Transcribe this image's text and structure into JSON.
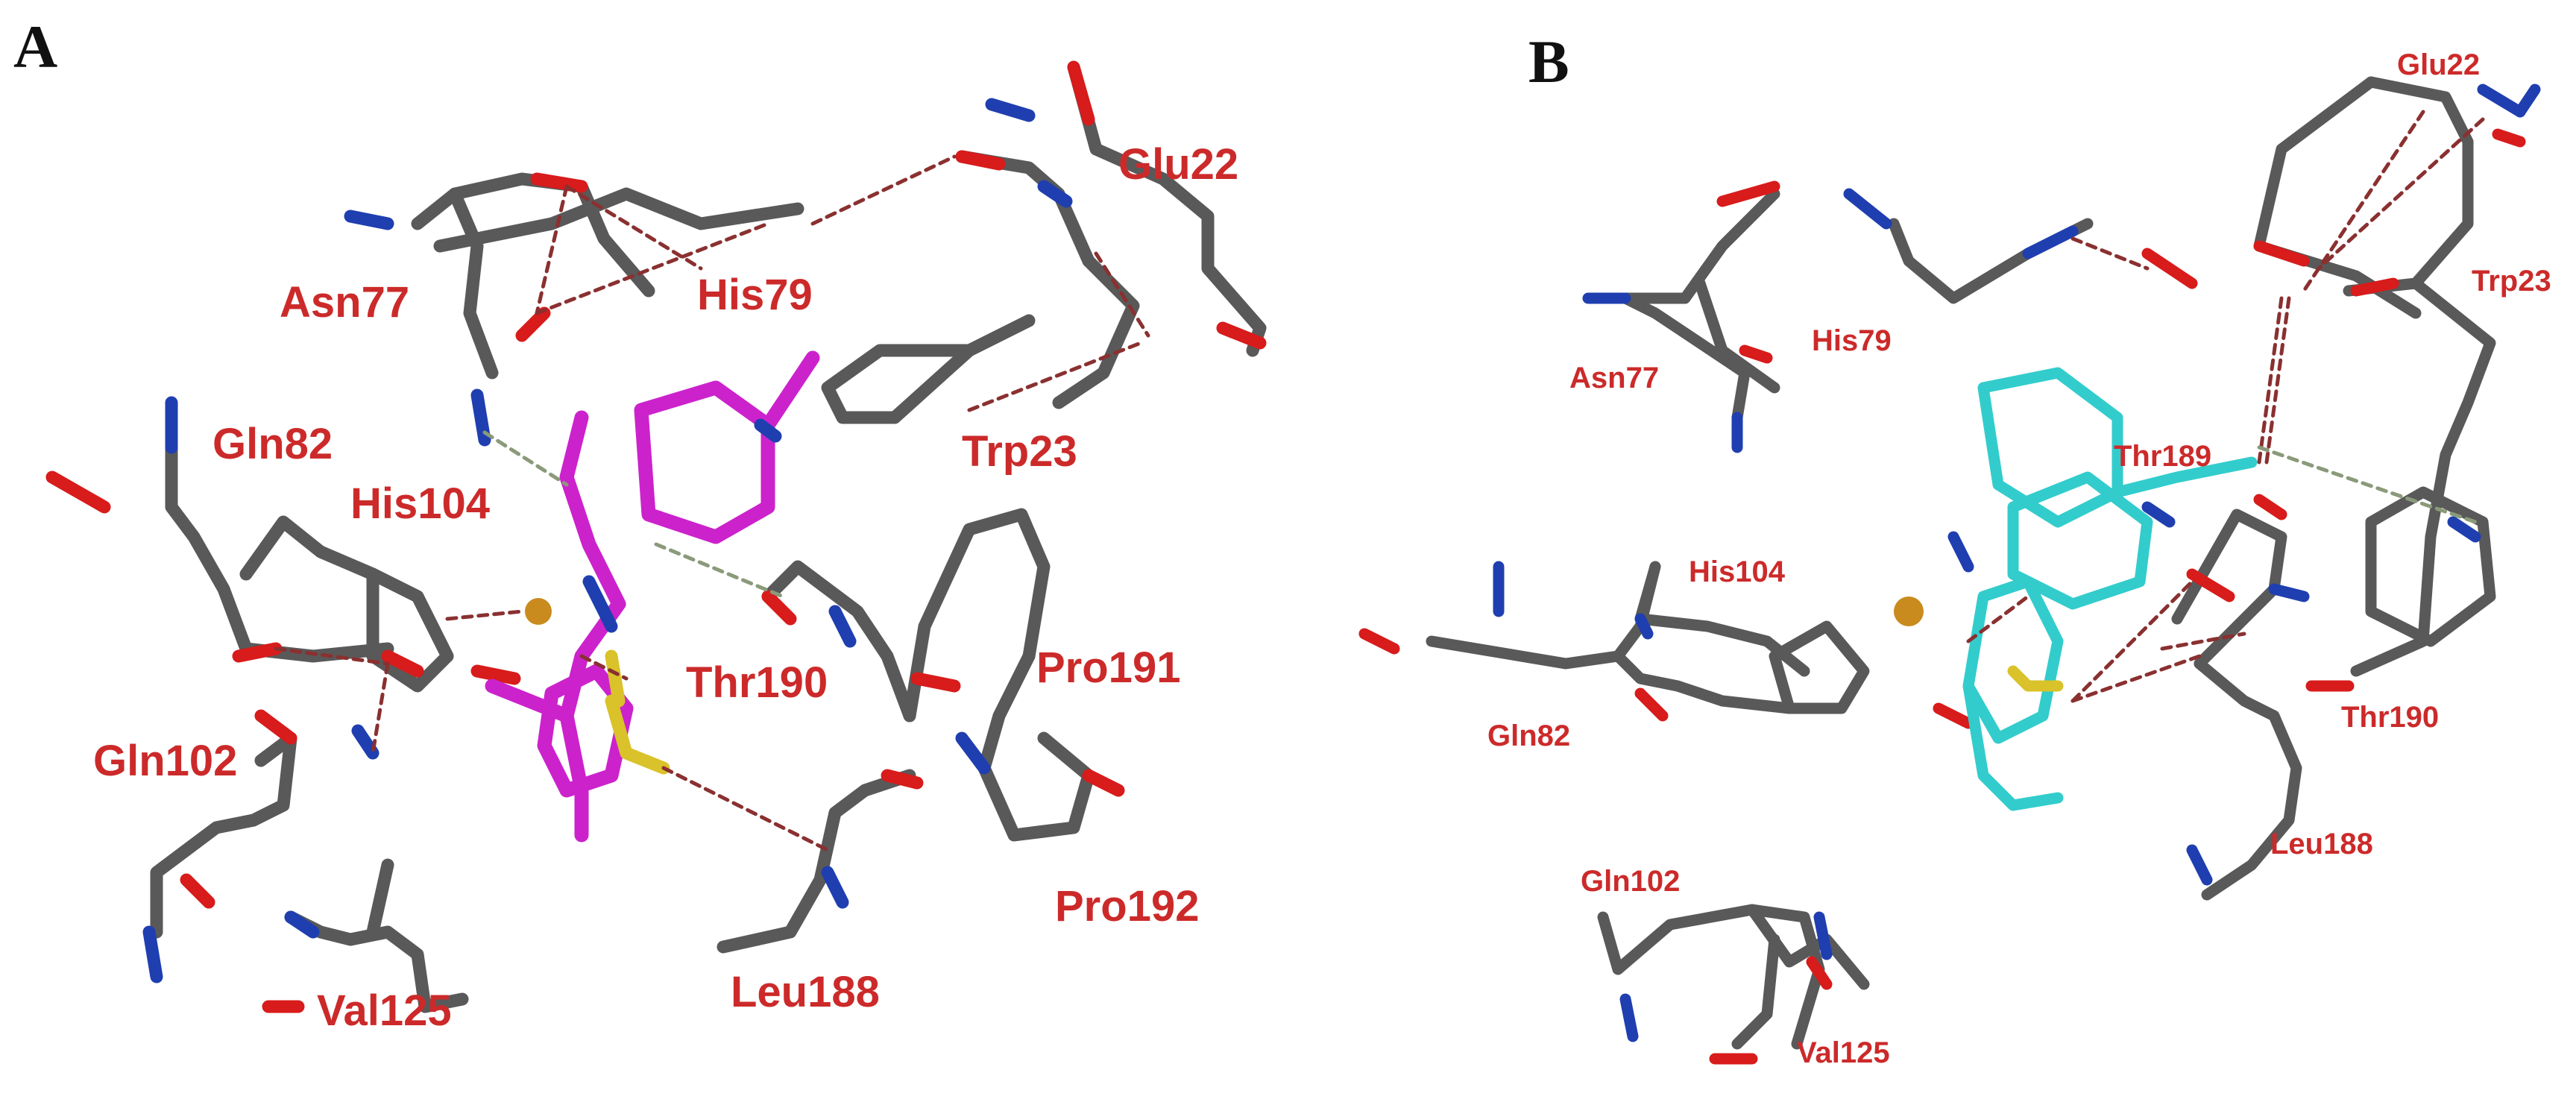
{
  "panels": [
    {
      "letter": "A",
      "residues": [
        "Glu22",
        "Asn77",
        "His79",
        "Gln82",
        "His104",
        "Trp23",
        "Thr190",
        "Pro191",
        "Gln102",
        "Pro192",
        "Leu188",
        "Val125"
      ]
    },
    {
      "letter": "B",
      "residues": [
        "Glu22",
        "Trp23",
        "Asn77",
        "His79",
        "Thr189",
        "His104",
        "Gln82",
        "Thr190",
        "Leu188",
        "Gln102",
        "Val125"
      ]
    }
  ],
  "colors": {
    "carbon": "#595959",
    "nitrogen": "#1f3fb0",
    "oxygen": "#d81b1b",
    "sulfur": "#d9c22a",
    "metal": "#c98a1e",
    "ligand_a": "#cc22cc",
    "ligand_b": "#33cccc",
    "hbond": "#8a3030",
    "hydrophobic_contact": "#8a9a7a",
    "label": "#cc2a2a"
  }
}
